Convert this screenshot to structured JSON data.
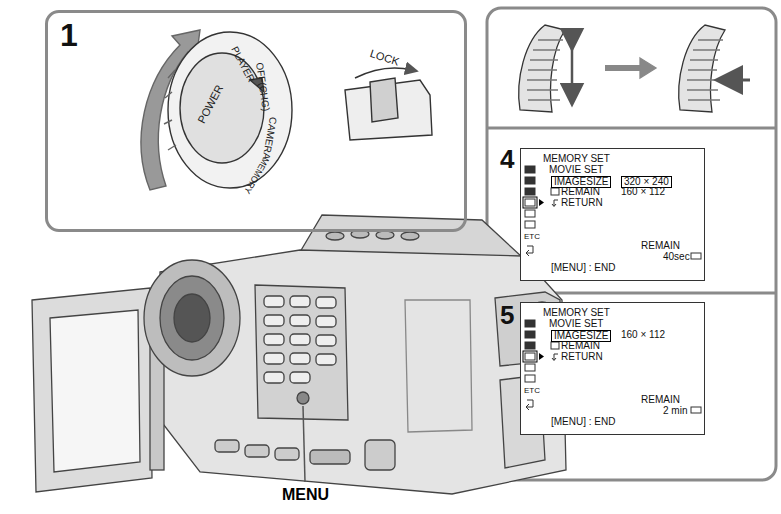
{
  "diagram": {
    "nodes": [
      {
        "text": [
          "1"
        ]
      },
      {
        "text": [
          "4"
        ]
      },
      {
        "text": [
          "MEMORY SET",
          "MOVIE SET",
          "IMAGESIZE",
          "320 × 240",
          "REMAIN",
          "160 × 112",
          "RETURN",
          "ETC",
          "REMAIN",
          "40sec",
          "[MENU] : END"
        ],
        "in": 1
      },
      {
        "text": [
          "5"
        ]
      },
      {
        "text": [
          "MEMORY SET",
          "MOVIE SET",
          "IMAGESIZE",
          "160 × 112",
          "REMAIN",
          "RETURN",
          "ETC",
          "REMAIN",
          "2 min",
          "[MENU] : END"
        ],
        "in": 3
      }
    ],
    "labels": [
      "POWER",
      "PLAYER",
      "OFF(CHG)",
      "CAMERA",
      "MEMORY",
      "LOCK",
      "MENU"
    ]
  }
}
